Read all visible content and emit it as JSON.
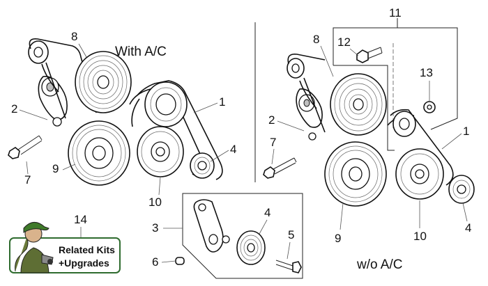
{
  "captions": {
    "with_ac": "With A/C",
    "without_ac": "w/o A/C"
  },
  "callouts": {
    "left": {
      "n1": "1",
      "n2": "2",
      "n4": "4",
      "n7": "7",
      "n8": "8",
      "n9": "9",
      "n10": "10"
    },
    "right": {
      "n1": "1",
      "n2": "2",
      "n4": "4",
      "n7": "7",
      "n8": "8",
      "n9": "9",
      "n10": "10",
      "n11": "11",
      "n12": "12",
      "n13": "13"
    },
    "detail": {
      "n3": "3",
      "n4": "4",
      "n5": "5",
      "n6": "6"
    },
    "badge_number": "14"
  },
  "badge": {
    "line1": "Related Kits",
    "line2": "+Upgrades",
    "icon": "mechanic-icon"
  },
  "colors": {
    "badge_border": "#2e6b2e",
    "cap_green": "#3f7a2a",
    "line": "#222222"
  }
}
